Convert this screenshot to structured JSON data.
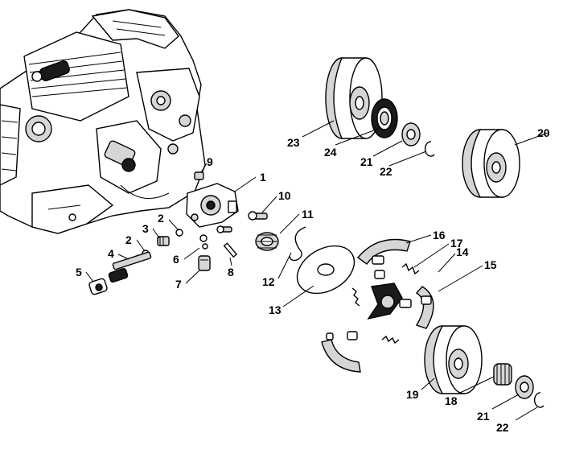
{
  "callouts": [
    {
      "id": "c1",
      "label": "1"
    },
    {
      "id": "c2a",
      "label": "2"
    },
    {
      "id": "c2b",
      "label": "2"
    },
    {
      "id": "c3",
      "label": "3"
    },
    {
      "id": "c4",
      "label": "4"
    },
    {
      "id": "c5",
      "label": "5"
    },
    {
      "id": "c6",
      "label": "6"
    },
    {
      "id": "c7",
      "label": "7"
    },
    {
      "id": "c8",
      "label": "8"
    },
    {
      "id": "c9",
      "label": "9"
    },
    {
      "id": "c10",
      "label": "10"
    },
    {
      "id": "c11",
      "label": "11"
    },
    {
      "id": "c12",
      "label": "12"
    },
    {
      "id": "c13",
      "label": "13"
    },
    {
      "id": "c14",
      "label": "14"
    },
    {
      "id": "c15",
      "label": "15"
    },
    {
      "id": "c16",
      "label": "16"
    },
    {
      "id": "c17",
      "label": "17"
    },
    {
      "id": "c18",
      "label": "18"
    },
    {
      "id": "c19",
      "label": "19"
    },
    {
      "id": "c20",
      "label": "20"
    },
    {
      "id": "c21a",
      "label": "21"
    },
    {
      "id": "c21b",
      "label": "21"
    },
    {
      "id": "c22a",
      "label": "22"
    },
    {
      "id": "c22b",
      "label": "22"
    },
    {
      "id": "c23",
      "label": "23"
    },
    {
      "id": "c24",
      "label": "24"
    }
  ]
}
